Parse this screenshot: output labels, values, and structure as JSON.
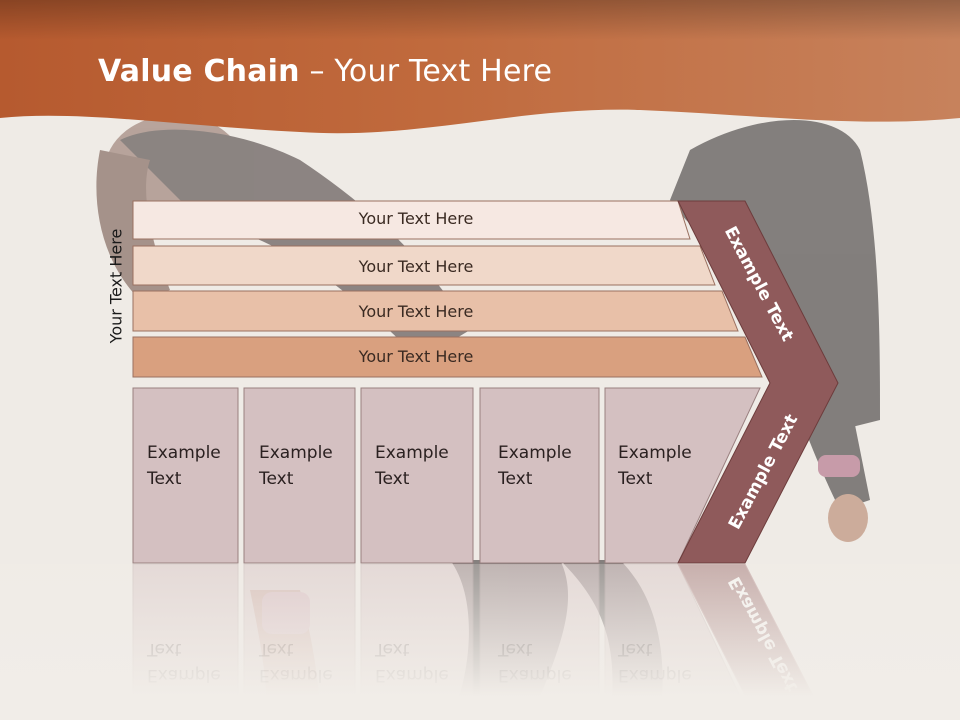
{
  "title": {
    "bold": "Value Chain",
    "rest": " – Your Text Here"
  },
  "vertical_label": "Your Text Here",
  "bars": [
    {
      "label": "Your Text Here",
      "color": "#f6e8e2"
    },
    {
      "label": "Your Text Here",
      "color": "#f0d8c9"
    },
    {
      "label": "Your Text Here",
      "color": "#e8c0a8"
    },
    {
      "label": "Your Text Here",
      "color": "#d9a07f"
    }
  ],
  "boxes": [
    {
      "line1": "Example",
      "line2": "Text"
    },
    {
      "line1": "Example",
      "line2": "Text"
    },
    {
      "line1": "Example",
      "line2": "Text"
    },
    {
      "line1": "Example",
      "line2": "Text"
    },
    {
      "line1": "Example",
      "line2": "Text"
    }
  ],
  "chevron": {
    "upper_label": "Example Text",
    "lower_label": "Example Text",
    "color": "#8f5a5b"
  },
  "colors": {
    "header": "#b9623a",
    "box_fill": "#d4c0c1",
    "background": "#f1ede8"
  },
  "background_image": "dancer-photo"
}
